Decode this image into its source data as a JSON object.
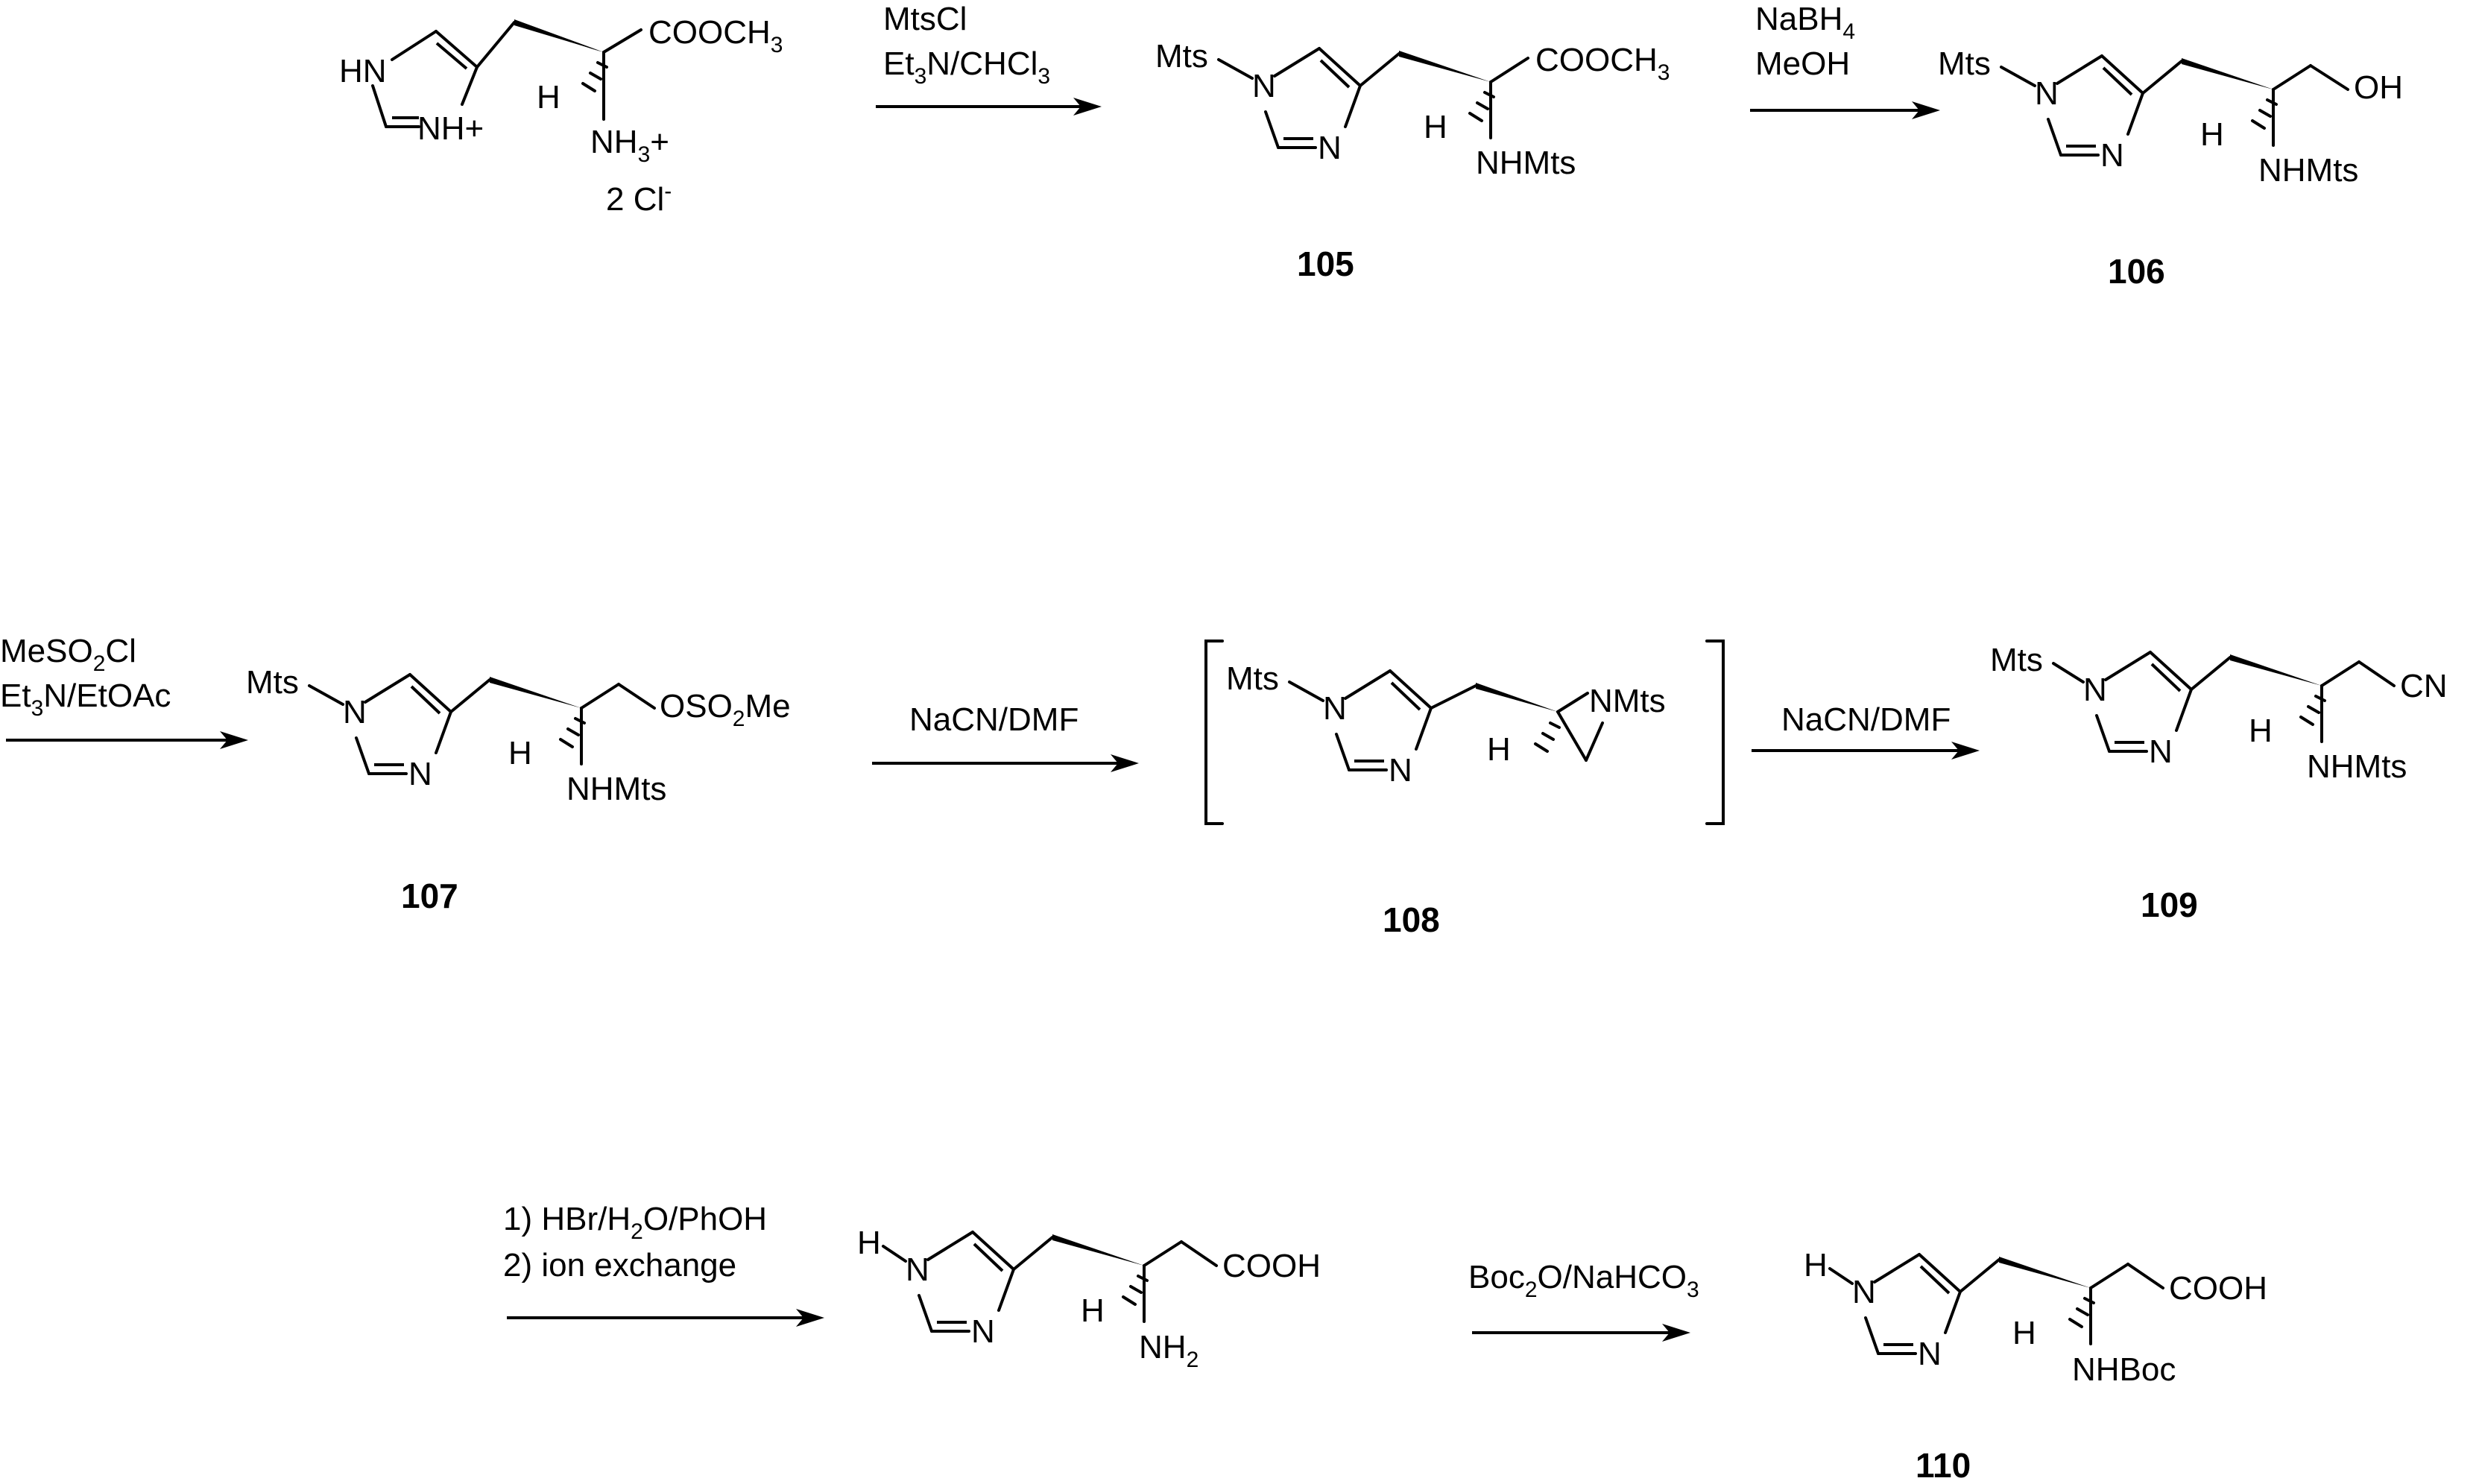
{
  "atoms": {
    "HN": "HN",
    "NHplus": "NH+",
    "N": "N",
    "H": "H",
    "Mts": "Mts",
    "COOCH": "COOCH",
    "three": "3",
    "NH": "NH",
    "plus": "+",
    "NHMts": "NHMts",
    "OH": "OH",
    "OSO": "OSO",
    "two": "2",
    "Me": "Me",
    "NMts": "NMts",
    "CN": "CN",
    "COOH": "COOH",
    "NHBoc": "NHBoc"
  },
  "counterion": {
    "coef": "2 Cl",
    "charge": "-"
  },
  "reagents": {
    "r1_l1": "MtsCl",
    "r1_l2a": "Et",
    "r1_l2b": "3",
    "r1_l2c": "N/CHCl",
    "r1_l2d": "3",
    "r2_l1a": "NaBH",
    "r2_l1b": "4",
    "r2_l2": "MeOH",
    "r3_l1a": "MeSO",
    "r3_l1b": "2",
    "r3_l1c": "Cl",
    "r3_l2a": "Et",
    "r3_l2b": "3",
    "r3_l2c": "N/EtOAc",
    "r4": "NaCN/DMF",
    "r5": "NaCN/DMF",
    "r6_l1a": "1) HBr/H",
    "r6_l1b": "2",
    "r6_l1c": "O/PhOH",
    "r6_l2": "2) ion exchange",
    "r7a": "Boc",
    "r7b": "2",
    "r7c": "O/NaHCO",
    "r7d": "3"
  },
  "compounds": {
    "c105": "105",
    "c106": "106",
    "c107": "107",
    "c108": "108",
    "c109": "109",
    "c110": "110"
  }
}
